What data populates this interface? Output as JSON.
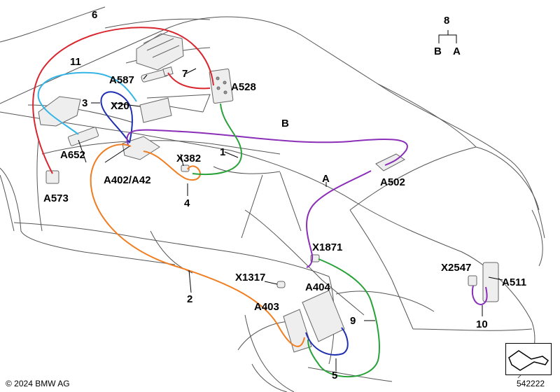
{
  "labels": {
    "l1": "1",
    "l2": "2",
    "l3": "3",
    "l4": "4",
    "l5": "5",
    "l6": "6",
    "l7": "7",
    "l8": "8",
    "l9": "9",
    "l10": "10",
    "l11": "11",
    "lA_legend": "A",
    "lB_legend": "B",
    "lA_cable": "A",
    "lB_cable": "B",
    "A528": "A528",
    "A587": "A587",
    "X20": "X20",
    "A652": "A652",
    "A402": "A402/A42",
    "A573": "A573",
    "X382": "X382",
    "A502": "A502",
    "X1871": "X1871",
    "X1317": "X1317",
    "A404": "A404",
    "A403": "A403",
    "X2547": "X2547",
    "A511": "A511"
  },
  "footer": {
    "copyright": "© 2024 BMW AG",
    "doc_number": "542222"
  },
  "cable_colors": {
    "red": "#d9262e",
    "cyan": "#35b5e6",
    "blue": "#1f2fb0",
    "purple": "#8a2fb8",
    "orange": "#f07d1f",
    "green": "#2aa23a"
  }
}
